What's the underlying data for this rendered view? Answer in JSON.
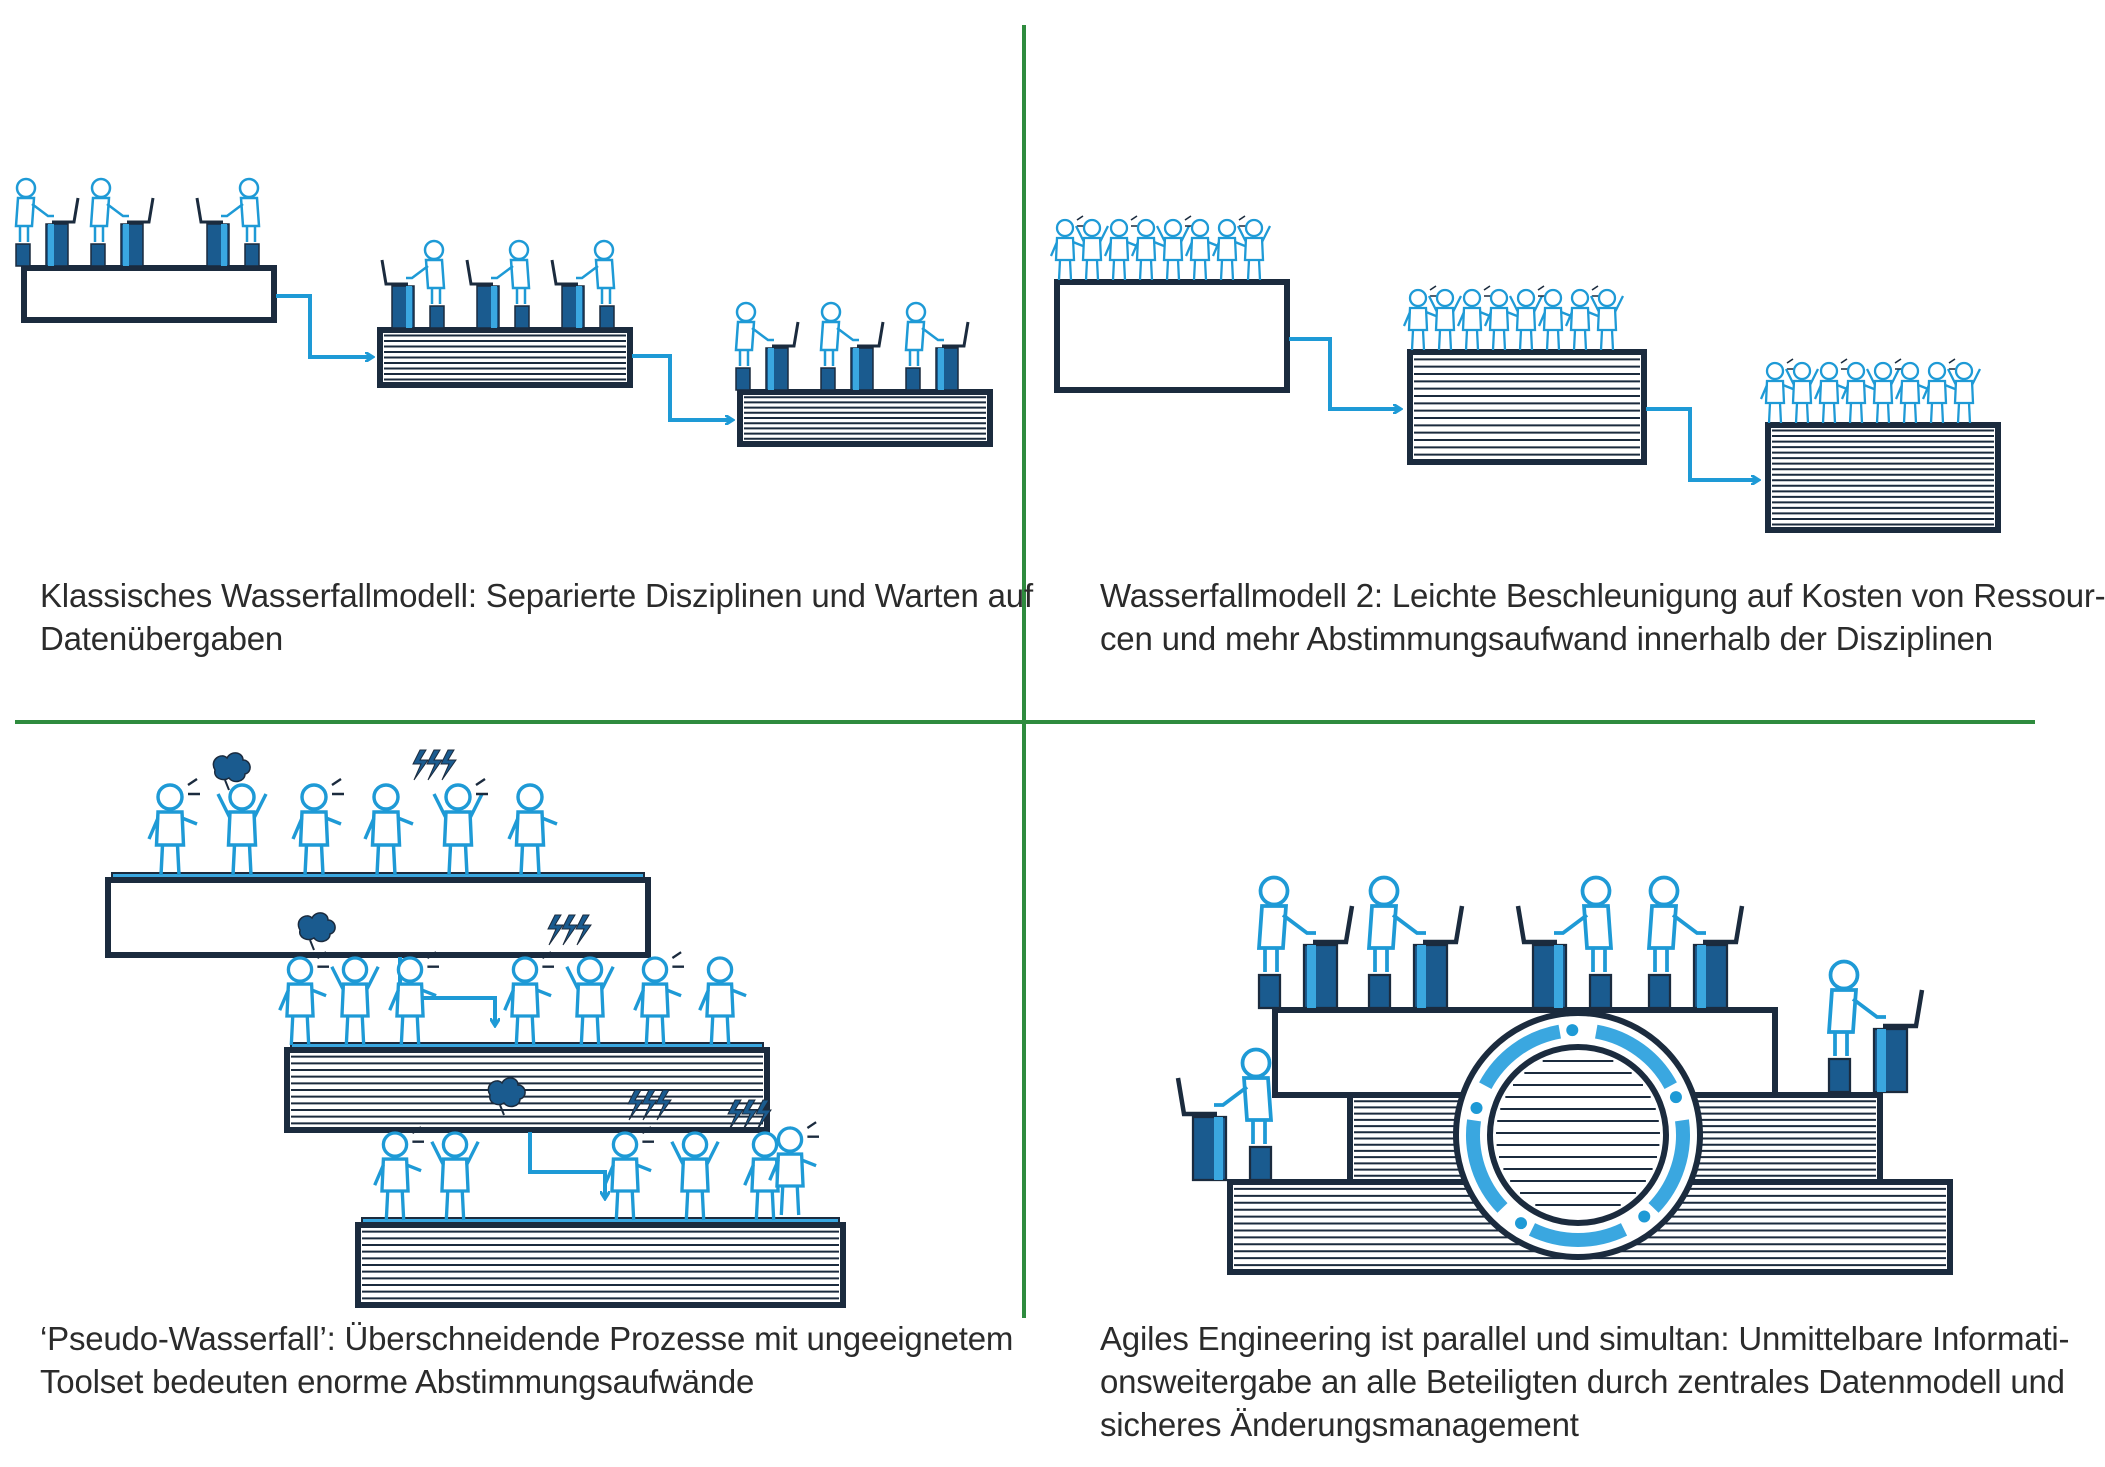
{
  "colors": {
    "divider": "#2e8b3e",
    "platform_stroke": "#1b2b3e",
    "arrow": "#1e9ad6",
    "figure": "#1e9ad6",
    "desk_dark": "#1a5b8f",
    "desk_light": "#3aa7e0"
  },
  "panels": [
    {
      "caption_lines": [
        "Klassisches Wasserfallmodell: Separierte Disziplinen und Warten auf",
        "Datenübergaben"
      ]
    },
    {
      "caption_lines": [
        "Wasserfallmodell 2: Leichte Beschleunigung auf Kosten von Ressour-",
        "cen und mehr Abstimmungsaufwand innerhalb der Disziplinen"
      ]
    },
    {
      "caption_lines": [
        "‘Pseudo-Wasserfall’: Überschneidende Prozesse mit ungeeignetem",
        "Toolset bedeuten enorme Abstimmungsaufwände"
      ]
    },
    {
      "caption_lines": [
        "Agiles Engineering ist parallel und simultan: Unmittelbare Informati-",
        "onsweitergabe an alle Beteiligten durch zentrales Datenmodell und",
        "sicheres Änderungsmanagement"
      ]
    }
  ]
}
